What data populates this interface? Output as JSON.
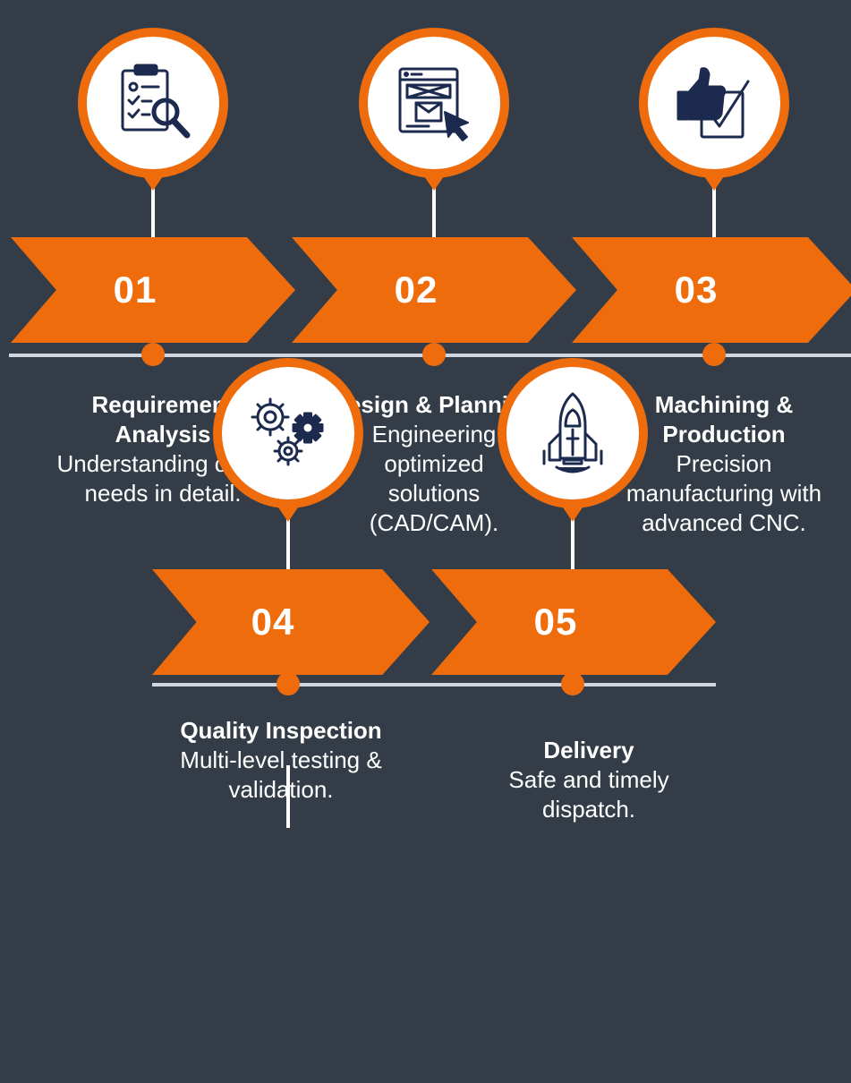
{
  "colors": {
    "background": "#343d47",
    "accent": "#ef6c0c",
    "line": "#cfd6df",
    "icon": "#1b2a4e",
    "text": "#ffffff"
  },
  "steps": [
    {
      "number": "01",
      "title": "Requirement Analysis",
      "text": "Understanding client needs in detail.",
      "icon": "checklist-search-icon"
    },
    {
      "number": "02",
      "title": "Design & Planning",
      "text": "Engineering optimized solutions (CAD/CAM).",
      "icon": "design-window-cursor-icon"
    },
    {
      "number": "03",
      "title": "Machining & Production",
      "text": "Precision manufacturing with advanced CNC.",
      "icon": "thumbs-up-check-icon"
    },
    {
      "number": "04",
      "title": "Quality Inspection",
      "text": "Multi-level testing & validation.",
      "icon": "gears-icon"
    },
    {
      "number": "05",
      "title": "Delivery",
      "text": "Safe and timely dispatch.",
      "icon": "rocket-icon"
    }
  ]
}
